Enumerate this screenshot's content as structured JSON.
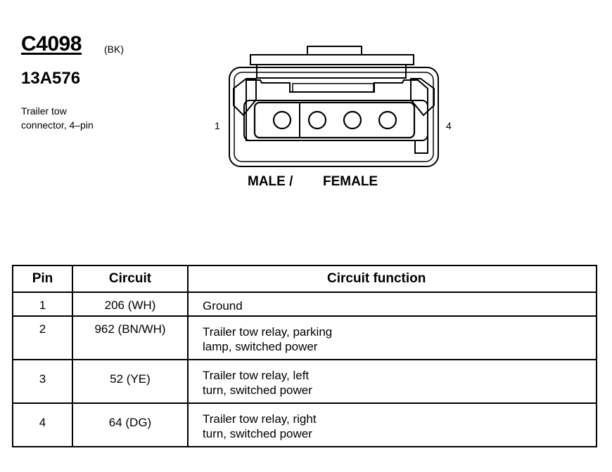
{
  "connector": {
    "id": "C4098",
    "color": "(BK)",
    "part_number": "13A576",
    "description_line1": "Trailer tow",
    "description_line2": "connector, 4–pin"
  },
  "diagram": {
    "pin_left_label": "1",
    "pin_right_label": "4",
    "male_label": "MALE /",
    "female_label": "FEMALE"
  },
  "table": {
    "headers": {
      "pin": "Pin",
      "circuit": "Circuit",
      "function": "Circuit function"
    },
    "rows": [
      {
        "pin": "1",
        "circuit": "206 (WH)",
        "function_line1": "Ground",
        "function_line2": ""
      },
      {
        "pin": "2",
        "circuit": "962 (BN/WH)",
        "function_line1": "Trailer tow relay, parking",
        "function_line2": "lamp, switched power"
      },
      {
        "pin": "3",
        "circuit": "52 (YE)",
        "function_line1": "Trailer tow relay, left",
        "function_line2": "turn, switched power"
      },
      {
        "pin": "4",
        "circuit": "64 (DG)",
        "function_line1": "Trailer tow relay, right",
        "function_line2": "turn, switched power"
      }
    ]
  }
}
